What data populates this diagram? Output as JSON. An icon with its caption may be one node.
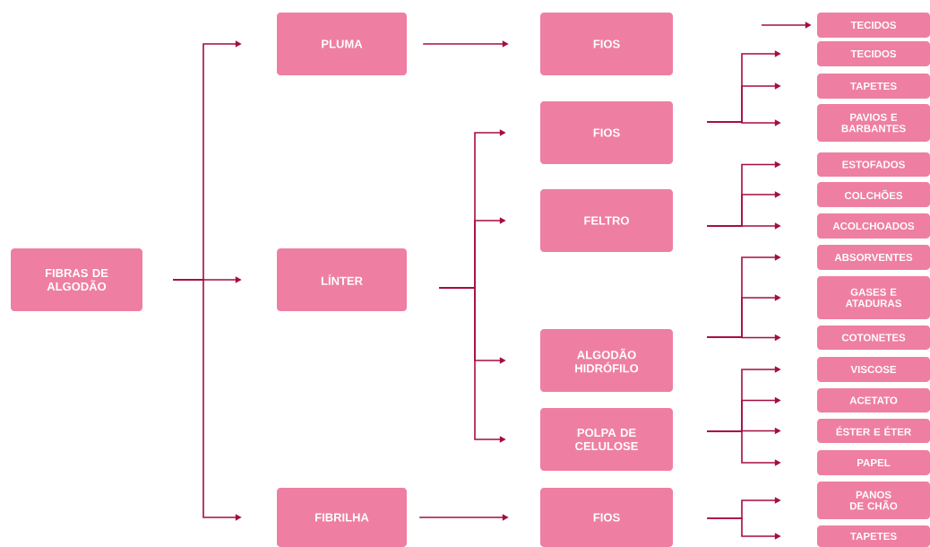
{
  "diagram": {
    "nodes": [
      {
        "text": [
          "FIBRAS DE ALGODÃO"
        ]
      },
      {
        "text": [
          "PLUMA"
        ]
      },
      {
        "text": [
          "LÍNTER"
        ]
      },
      {
        "text": [
          "FIBRILHA"
        ]
      },
      {
        "text": [
          "FIOS"
        ]
      },
      {
        "text": [
          "FIOS"
        ]
      },
      {
        "text": [
          "FELTRO"
        ]
      },
      {
        "text": [
          "ALGODÃO HIDRÓFILO"
        ]
      },
      {
        "text": [
          "POLPA DE CELULOSE"
        ]
      },
      {
        "text": [
          "FIOS"
        ]
      },
      {
        "text": [
          "TECIDOS"
        ]
      },
      {
        "text": [
          "TECIDOS"
        ]
      },
      {
        "text": [
          "TAPETES"
        ]
      },
      {
        "text": [
          "PAVIOS E BARBANTES"
        ]
      },
      {
        "text": [
          "ESTOFADOS"
        ]
      },
      {
        "text": [
          "COLCHÕES"
        ]
      },
      {
        "text": [
          "ACOLCHOADOS"
        ]
      },
      {
        "text": [
          "ABSORVENTES"
        ]
      },
      {
        "text": [
          "GASES E ATADURAS"
        ]
      },
      {
        "text": [
          "COTONETES"
        ]
      },
      {
        "text": [
          "VISCOSE"
        ]
      },
      {
        "text": [
          "ACETATO"
        ]
      },
      {
        "text": [
          "ÉSTER E ÉTER"
        ]
      },
      {
        "text": [
          "PAPEL"
        ]
      },
      {
        "text": [
          "PANOS DE CHÃO"
        ]
      },
      {
        "text": [
          "TAPETES"
        ]
      }
    ],
    "edges": [
      {
        "from": 0,
        "to": 1,
        "arrow": "to"
      },
      {
        "from": 0,
        "to": 2,
        "arrow": "to"
      },
      {
        "from": 0,
        "to": 3,
        "arrow": "to"
      },
      {
        "from": 1,
        "to": 4,
        "arrow": "to"
      },
      {
        "from": 2,
        "to": 5,
        "arrow": "to"
      },
      {
        "from": 2,
        "to": 6,
        "arrow": "to"
      },
      {
        "from": 2,
        "to": 7,
        "arrow": "to"
      },
      {
        "from": 2,
        "to": 8,
        "arrow": "to"
      },
      {
        "from": 3,
        "to": 9,
        "arrow": "to"
      },
      {
        "from": null,
        "to": 10,
        "arrow": "to"
      },
      {
        "from": 5,
        "to": 11,
        "arrow": "to"
      },
      {
        "from": 5,
        "to": 12,
        "arrow": "to"
      },
      {
        "from": 5,
        "to": 13,
        "arrow": "to"
      },
      {
        "from": 6,
        "to": 14,
        "arrow": "to"
      },
      {
        "from": 6,
        "to": 15,
        "arrow": "to"
      },
      {
        "from": 6,
        "to": 16,
        "arrow": "to"
      },
      {
        "from": 7,
        "to": 17,
        "arrow": "to"
      },
      {
        "from": 7,
        "to": 18,
        "arrow": "to"
      },
      {
        "from": 7,
        "to": 19,
        "arrow": "to"
      },
      {
        "from": 8,
        "to": 20,
        "arrow": "to"
      },
      {
        "from": 8,
        "to": 21,
        "arrow": "to"
      },
      {
        "from": 8,
        "to": 22,
        "arrow": "to"
      },
      {
        "from": 8,
        "to": 23,
        "arrow": "to"
      },
      {
        "from": 9,
        "to": 24,
        "arrow": "to"
      },
      {
        "from": 9,
        "to": 25,
        "arrow": "to"
      }
    ]
  }
}
